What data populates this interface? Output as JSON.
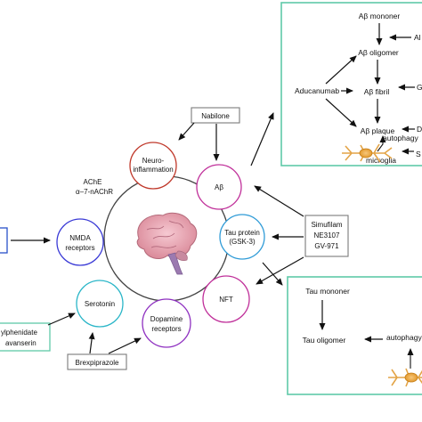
{
  "colors": {
    "panel_border": "#5fc9a8",
    "drug_box_border": "#7a7a7a",
    "teal_box_border": "#5fc9a8",
    "left_box_border": "#2a52c9",
    "arrow": "#111111",
    "center_circle": "#444444",
    "nodes": {
      "neuroinflammation": "#c0392b",
      "abeta": "#c0309a",
      "ache": "#ffffff",
      "tau_protein": "#2f9bd7",
      "nmda": "#3b3bd6",
      "nft": "#c0309a",
      "serotonin": "#2bb6c8",
      "dopamine": "#8e2fc0"
    }
  },
  "center": {
    "icon": "brain-icon"
  },
  "nodes": {
    "neuroinflammation": {
      "line1": "Neuro-",
      "line2": "inflammation"
    },
    "abeta": {
      "label": "Aβ"
    },
    "ache": {
      "line1": "AChE",
      "line2": "α–7-nAChR"
    },
    "tau_protein": {
      "line1": "Tau protein",
      "line2": "(GSK-3)"
    },
    "nmda": {
      "line1": "NMDA",
      "line2": "receptors"
    },
    "nft": {
      "label": "NFT"
    },
    "serotonin": {
      "label": "Serotonin"
    },
    "dopamine": {
      "line1": "Dopamine",
      "line2": "receptors"
    }
  },
  "drugs": {
    "nabilone": "Nabilone",
    "simufilam": {
      "line1": "Simufilam",
      "line2": "NE3107",
      "line3": "GV-971"
    },
    "methylphenidate": {
      "line1": "ylphenidate",
      "line2": "avanserin"
    },
    "brexpiprazole": "Brexpiprazole"
  },
  "abeta_panel": {
    "monomer": "Aβ mononer",
    "oligomer": "Aβ oligomer",
    "fibril": "Aβ fibril",
    "plaque": "Aβ plaque",
    "aducanumab": "Aducanumab",
    "autophagy": "autophagy",
    "microglia": "microglia",
    "cut_right_1": "Al",
    "cut_right_2": "G",
    "cut_right_3": "D",
    "cut_right_4": "S"
  },
  "tau_panel": {
    "monomer": "Tau mononer",
    "oligomer": "Tau oligomer",
    "autophagy": "autophagy"
  }
}
